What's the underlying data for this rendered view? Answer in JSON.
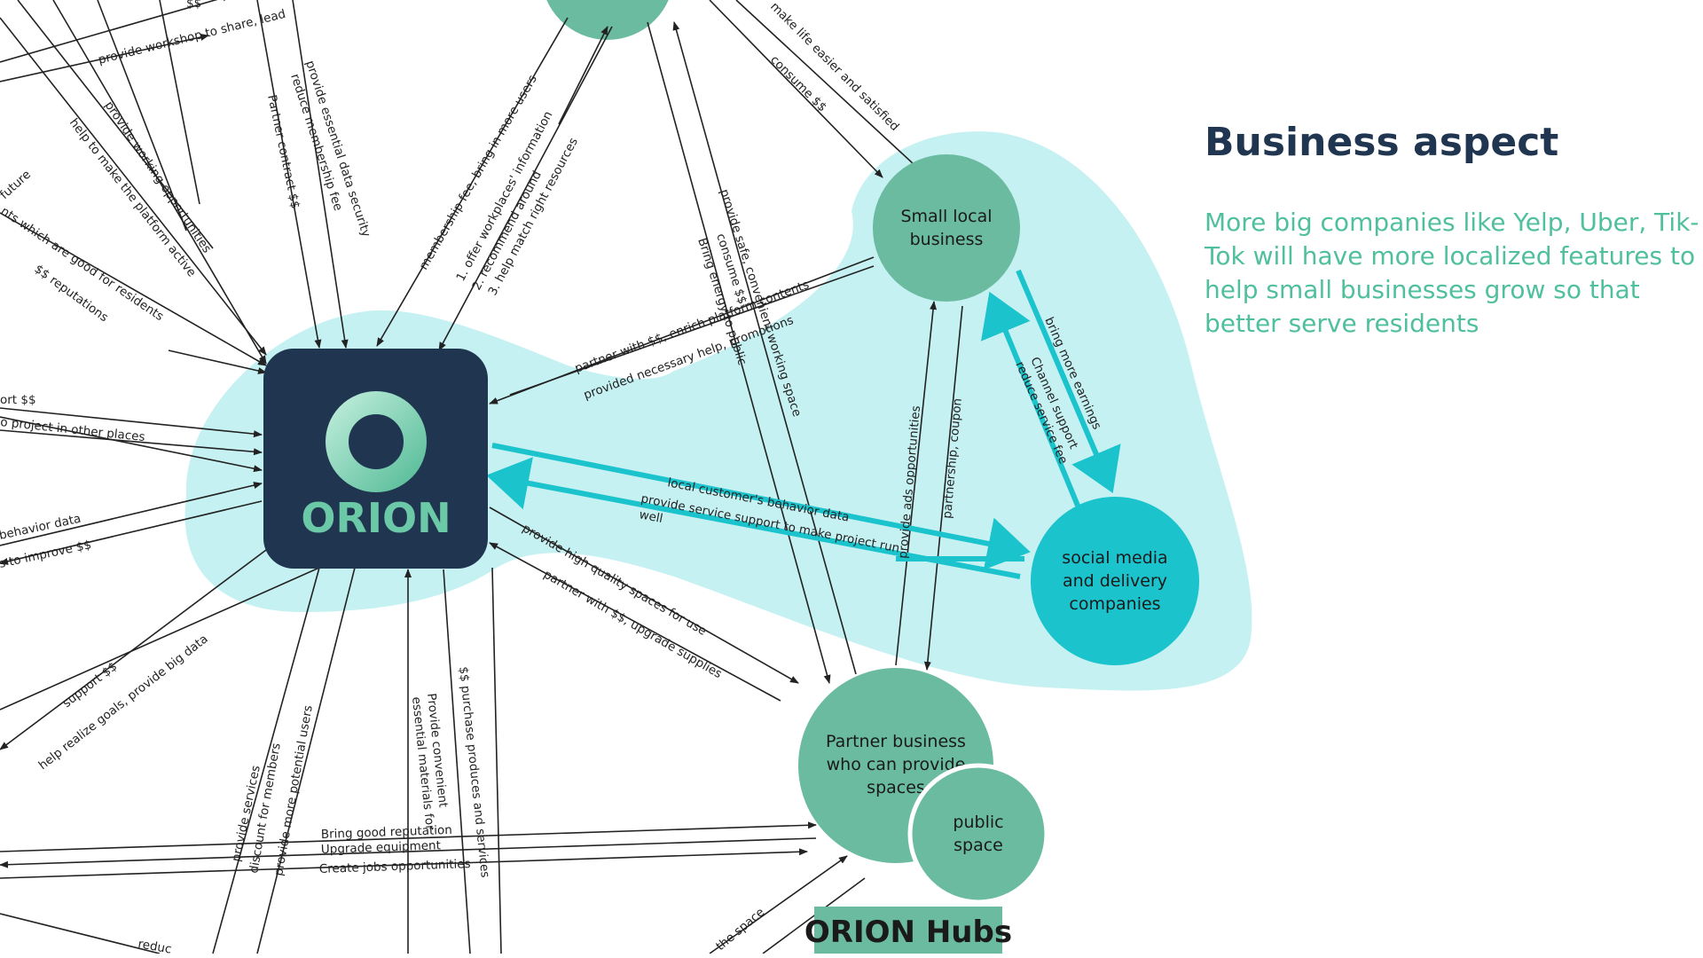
{
  "side": {
    "title": "Business aspect",
    "body": "More big companies like Yelp, Uber, Tik-Tok will have more localized features to help small businesses grow so that better serve residents"
  },
  "nodes": {
    "orion_logo": "ORION",
    "small_local_business": [
      "Small local",
      "business"
    ],
    "social_media": [
      "social media",
      "and delivery",
      "companies"
    ],
    "partner_business": [
      "Partner business",
      "who can provide",
      "spaces"
    ],
    "public_space": [
      "public",
      "space"
    ],
    "hubs_label": "ORION Hubs"
  },
  "edge_labels": {
    "ss_top": "$$",
    "workshop": "provide workshop to share, lead",
    "essential_data": "provide essential data security",
    "reduce_fee": "reduce membership fee",
    "partner_contract": "Partner contract $$",
    "working_opps": "provide working opportunities",
    "platform_active": "help to make the platform active",
    "future": "future",
    "good_for_residents": "nts which are good for residents",
    "reputations": "$$ reputations",
    "membership": "membership fee, bring in more users",
    "offer_info": "1. offer workplaces' information",
    "recommend": "2. recommend around",
    "match": "3. help match right resources",
    "life_easier": "make life easier and satisfied",
    "consume": "consume $$",
    "safe_space": "provide safe, convenient working space",
    "consume2": "consume $$",
    "bring_energy": "Bring energy to public",
    "partner_enrich": "partner with $$, enrich platform contents",
    "necessary_help": "provided necessary help, promotions",
    "ort": "ort $$",
    "other_places": "o project in other places",
    "behavior": "behavior data",
    "improve": "s to improve $$",
    "local_customer": "local customer's behavior data",
    "service_support": "provide service support to make project run",
    "well": "well",
    "bring_earnings": "bring more earnings",
    "channel_support": "Channel support",
    "reduce_service_fee": "reduce service fee",
    "ads": "provide ads opportunities",
    "coupon": "partnership, coupon",
    "quality_spaces": "provide high quality spaces for use",
    "upgrade_supplies": "partner with $$, upgrade supplies",
    "support": "support $$",
    "realize_goals": "help realize goals, provide big data",
    "provide_services": "provide services",
    "discount": "discount for members",
    "potential_users": "provide more potential users",
    "convenient": "Provide convenient",
    "essential_materials": "essential materials for",
    "purchase": "$$ purchase produces and services",
    "reputation": "Bring good reputation",
    "upgrade_equipment": "Upgrade equipment",
    "create_jobs": "Create jobs opportunities",
    "the_space": "the space",
    "reduc": "reduc"
  },
  "colors": {
    "title": "#1f3550",
    "body_text": "#4fbf9e",
    "blob": "#c6f1f2",
    "node_teal": "#6bbba0",
    "node_cyan": "#1bc3cc",
    "logo_bg": "#1f3550",
    "highlight_arrow": "#1bc3cc"
  }
}
